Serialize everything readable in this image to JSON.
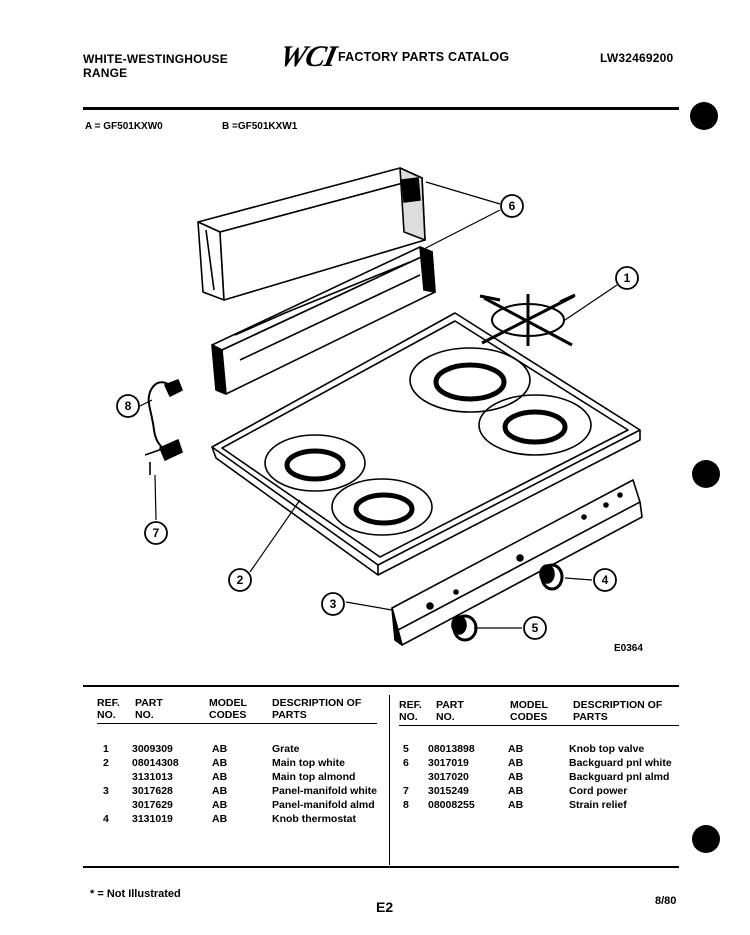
{
  "header": {
    "brand_line1": "WHITE-WESTINGHOUSE",
    "brand_line2": "RANGE",
    "logo": "WCI",
    "catalog_title": "FACTORY PARTS CATALOG",
    "doc_number": "LW32469200"
  },
  "models": {
    "a": "A = GF501KXW0",
    "b": "B =GF501KXW1"
  },
  "diagram": {
    "figure_id": "E0364",
    "callouts": [
      "1",
      "2",
      "3",
      "4",
      "5",
      "6",
      "7",
      "8"
    ]
  },
  "table": {
    "headers": {
      "ref": "REF. NO.",
      "part": "PART NO.",
      "model": "MODEL CODES",
      "desc": "DESCRIPTION OF PARTS"
    },
    "left_rows": [
      {
        "ref": "1",
        "part": "3009309",
        "model": "AB",
        "desc": "Grate"
      },
      {
        "ref": "2",
        "part": "08014308",
        "model": "AB",
        "desc": "Main top white"
      },
      {
        "ref": "",
        "part": "3131013",
        "model": "AB",
        "desc": "Main top almond"
      },
      {
        "ref": "3",
        "part": "3017628",
        "model": "AB",
        "desc": "Panel-manifold white"
      },
      {
        "ref": "",
        "part": "3017629",
        "model": "AB",
        "desc": "Panel-manifold almd"
      },
      {
        "ref": "4",
        "part": "3131019",
        "model": "AB",
        "desc": "Knob thermostat"
      }
    ],
    "right_rows": [
      {
        "ref": "5",
        "part": "08013898",
        "model": "AB",
        "desc": "Knob top valve"
      },
      {
        "ref": "6",
        "part": "3017019",
        "model": "AB",
        "desc": "Backguard pnl white"
      },
      {
        "ref": "",
        "part": "3017020",
        "model": "AB",
        "desc": "Backguard pnl almd"
      },
      {
        "ref": "7",
        "part": "3015249",
        "model": "AB",
        "desc": "Cord power"
      },
      {
        "ref": "8",
        "part": "08008255",
        "model": "AB",
        "desc": "Strain relief"
      }
    ]
  },
  "footer": {
    "note": "* = Not Illustrated",
    "page": "E2",
    "date": "8/80"
  }
}
